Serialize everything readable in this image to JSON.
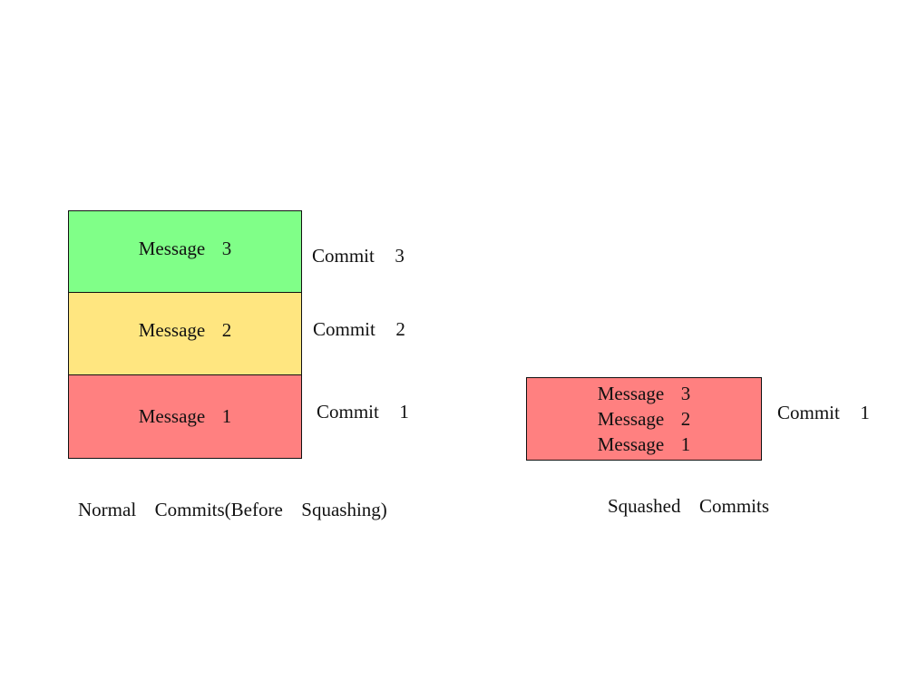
{
  "colors": {
    "green": "#80ff88",
    "yellow": "#ffe680",
    "red": "#ff8080",
    "border": "#111111"
  },
  "normal": {
    "caption": "Normal  Commits(Before  Squashing)",
    "stack": [
      {
        "message": "Message  3",
        "commit": "Commit  3",
        "color": "green"
      },
      {
        "message": "Message  2",
        "commit": "Commit  2",
        "color": "yellow"
      },
      {
        "message": "Message  1",
        "commit": "Commit  1",
        "color": "red"
      }
    ]
  },
  "squashed": {
    "caption": "Squashed  Commits",
    "messages": [
      "Message  3",
      "Message  2",
      "Message  1"
    ],
    "commit": "Commit  1",
    "color": "red"
  }
}
